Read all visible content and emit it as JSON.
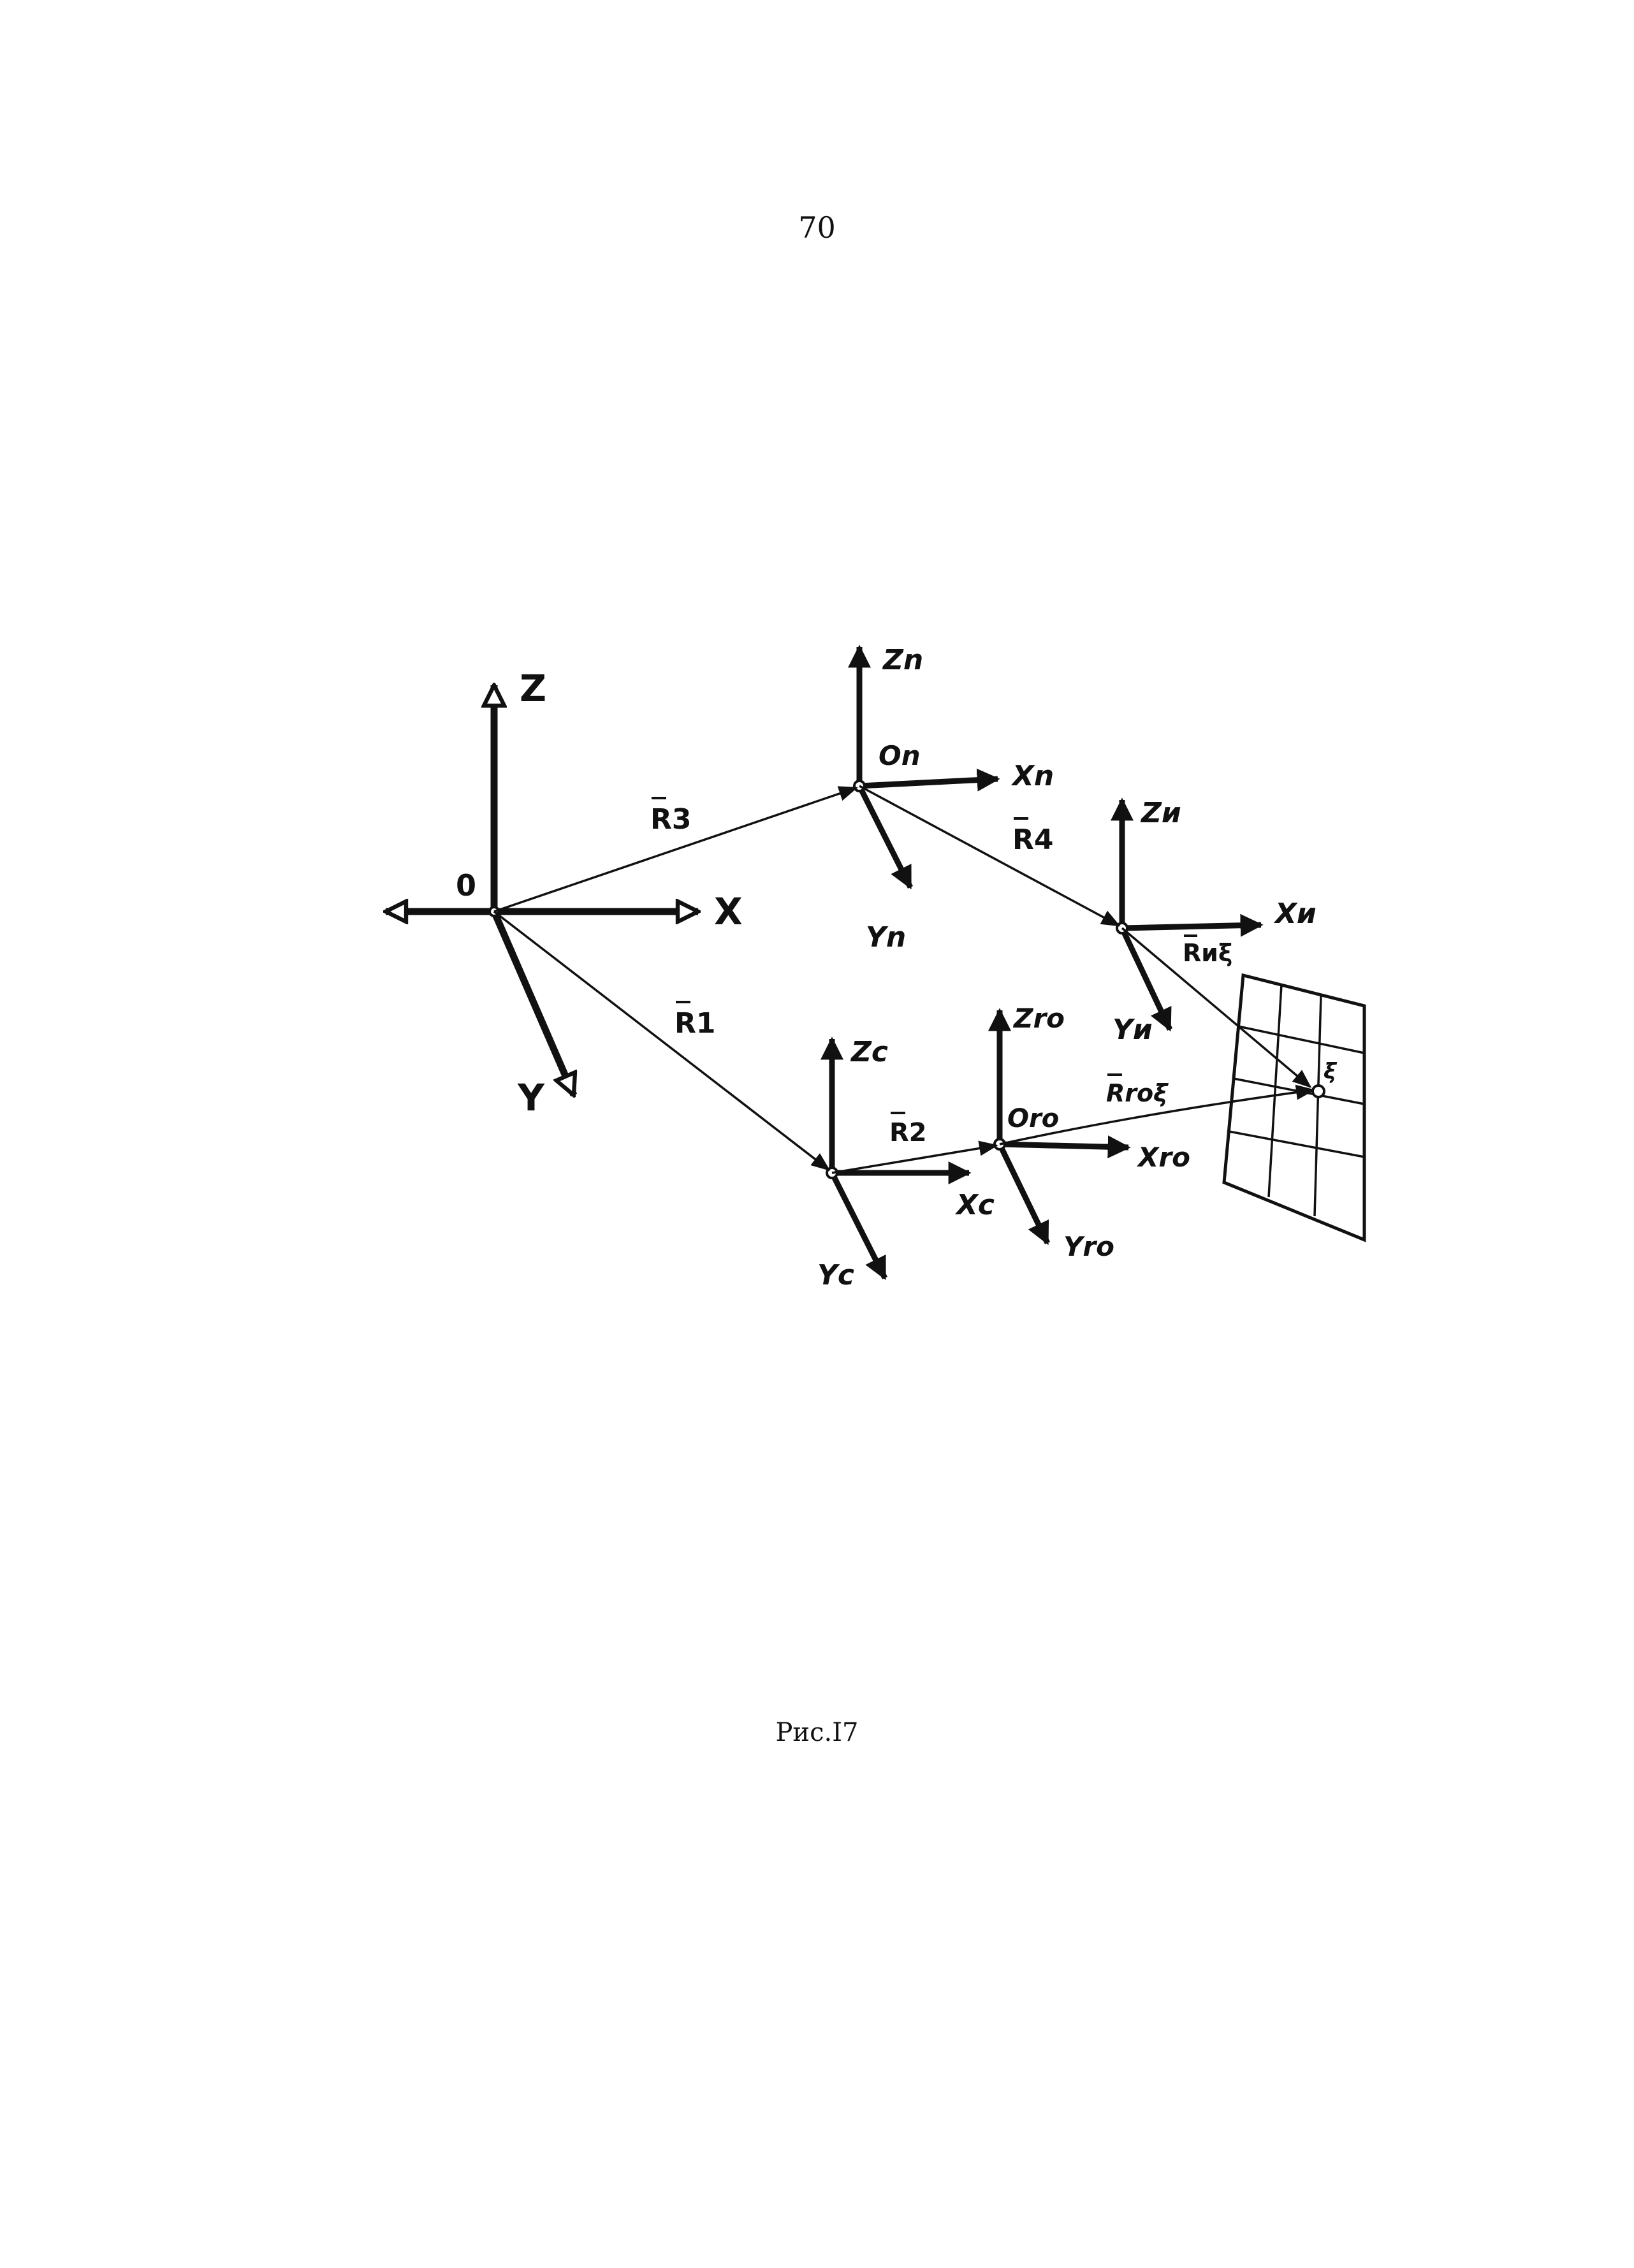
{
  "page": {
    "number": "70"
  },
  "caption": "Рис.I7",
  "diagram": {
    "frames": {
      "O": {
        "origin": "0",
        "x": "X",
        "y": "Y",
        "z": "Z"
      },
      "n": {
        "origin": "On",
        "x": "Xn",
        "y": "Yn",
        "z": "Zn"
      },
      "i": {
        "origin": "",
        "x": "Xи",
        "y": "Yи",
        "z": "Zи"
      },
      "c": {
        "origin": "",
        "x": "Xc",
        "y": "Yc",
        "z": "Zc"
      },
      "ro": {
        "origin": "Oro",
        "x": "Xro",
        "y": "Yro",
        "z": "Zro"
      }
    },
    "vectors": {
      "r1": "R1",
      "r2": "R2",
      "r3": "R3",
      "r4": "R4",
      "rxi": "Rиξ",
      "rroxi": "Rroξ"
    },
    "target_point": "ξ"
  }
}
